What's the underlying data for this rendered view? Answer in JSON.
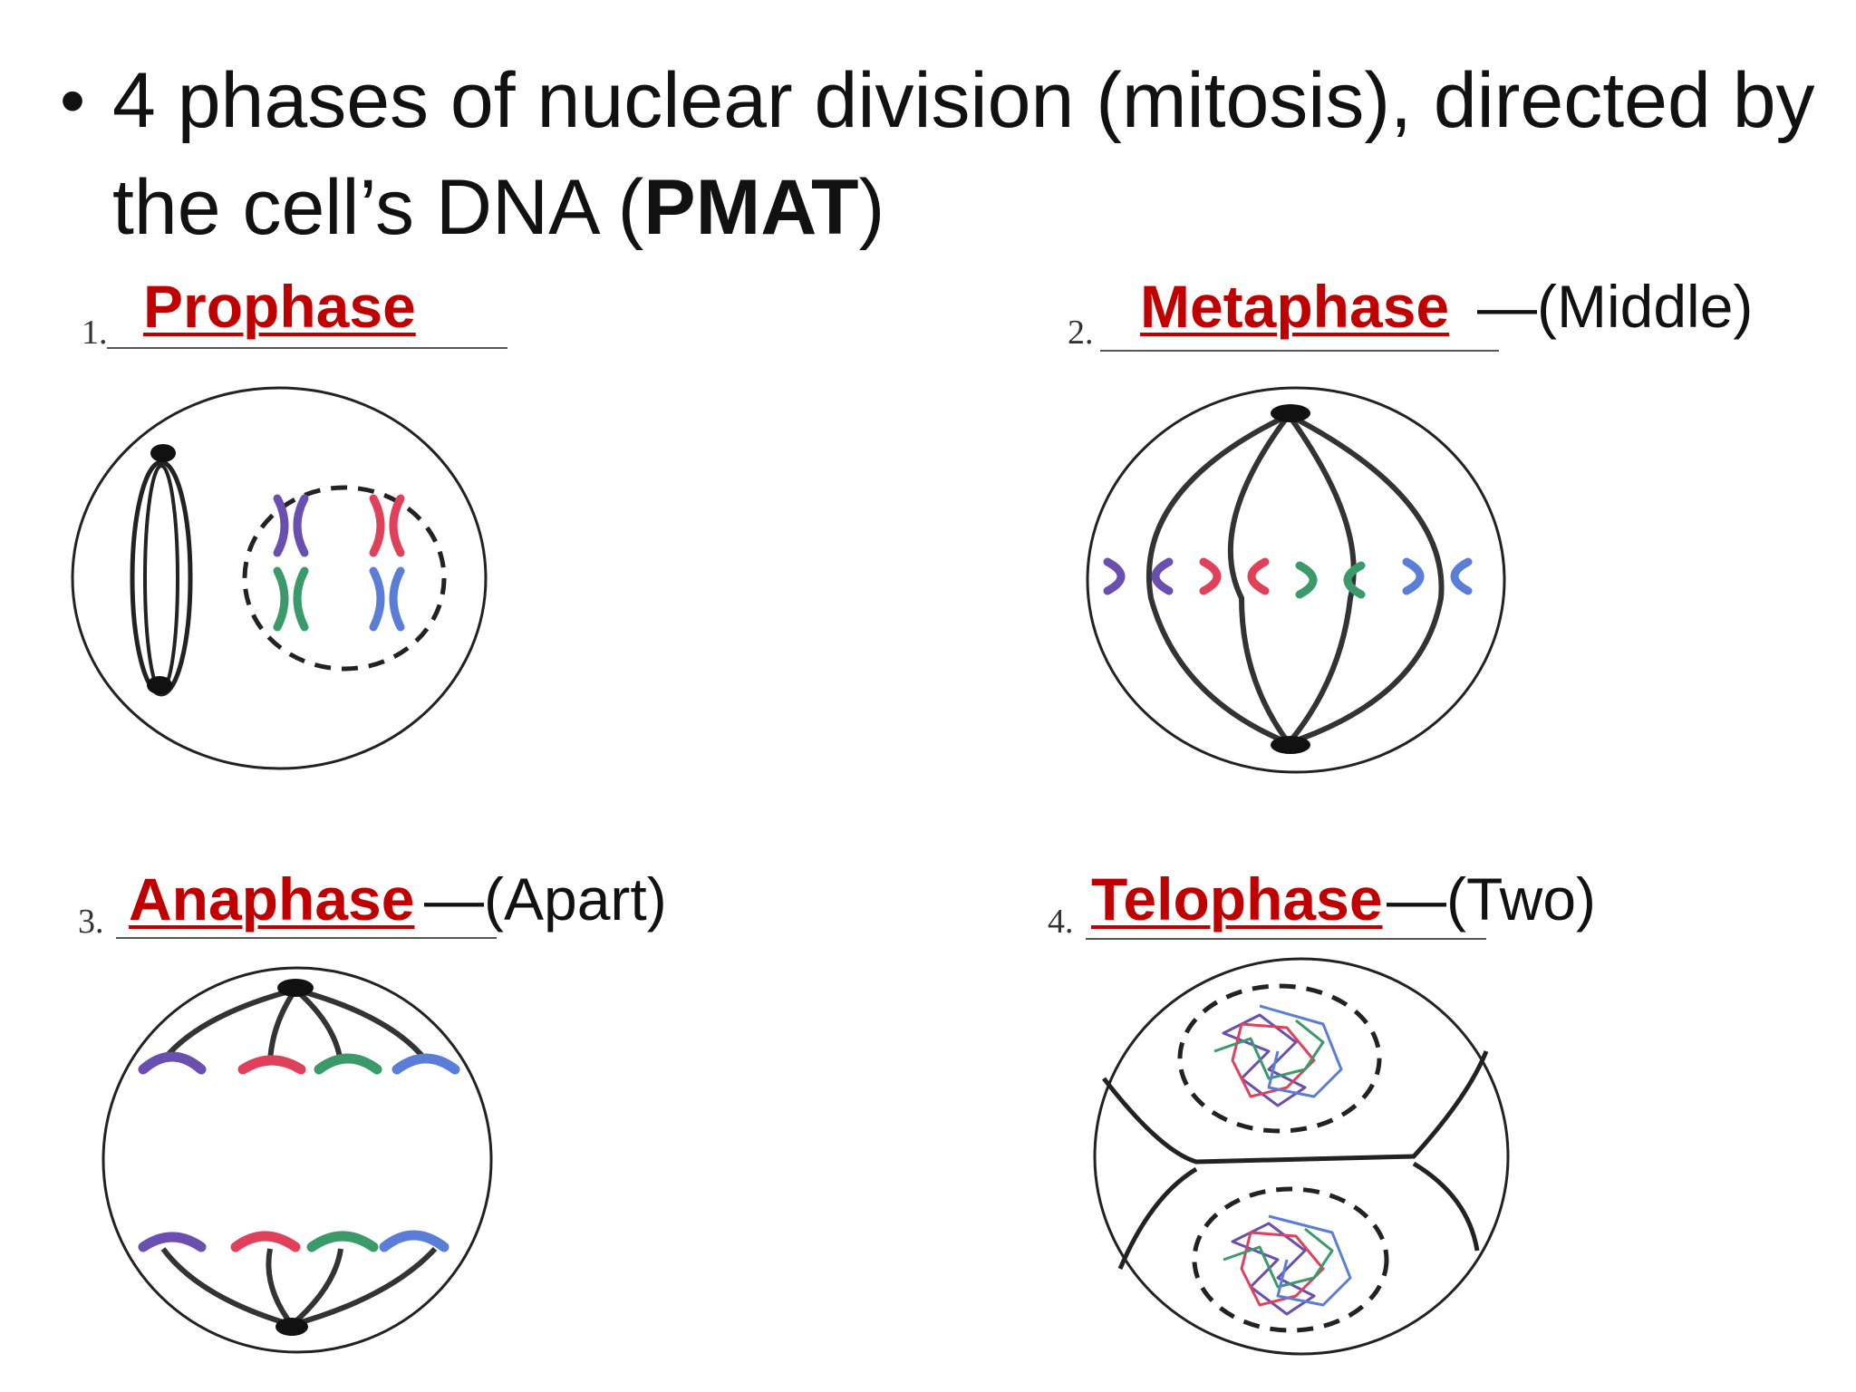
{
  "bullet": {
    "pre": "4 phases of nuclear division (mitosis), directed by the cell’s DNA (",
    "bold": "PMAT",
    "post": ")"
  },
  "phases": [
    {
      "number": "1.",
      "name": "Prophase",
      "hint": ""
    },
    {
      "number": "2.",
      "name": "Metaphase",
      "hint": "—(Middle)"
    },
    {
      "number": "3.",
      "name": "Anaphase",
      "hint": "—(Apart)"
    },
    {
      "number": "4.",
      "name": "Telophase",
      "hint": "—(Two)"
    }
  ],
  "colors": {
    "phase_label": "#c00000",
    "chromosome_purple": "#6a4fb0",
    "chromosome_red": "#e0405a",
    "chromosome_green": "#3a9a6a",
    "chromosome_blue": "#5a7ed8",
    "outline": "#222222"
  }
}
